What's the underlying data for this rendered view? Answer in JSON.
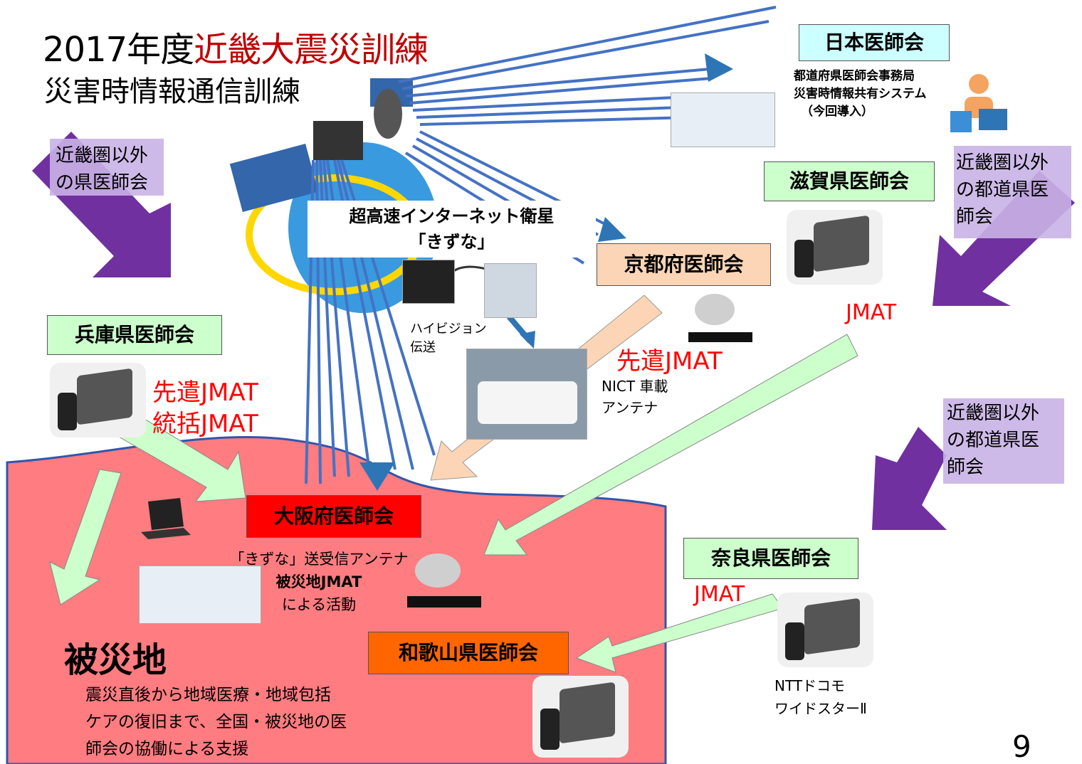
{
  "title": {
    "prefix": "2017年度",
    "highlight": "近畿大震災訓練",
    "subtitle": "災害時情報通信訓練"
  },
  "nodes": {
    "japan_med": "日本医師会",
    "shiga": "滋賀県医師会",
    "kyoto": "京都府医師会",
    "hyogo": "兵庫県医師会",
    "osaka": "大阪府医師会",
    "nara": "奈良県医師会",
    "wakayama": "和歌山県医師会"
  },
  "labels": {
    "jma_system": [
      "都道府県医師会事務局",
      "災害時情報共有システム",
      "（今回導入）"
    ],
    "outside_kinki_1": [
      "近畿圏以外",
      "の県医師会"
    ],
    "outside_kinki_2": [
      "近畿圏以外",
      "の都道県医",
      "師会"
    ],
    "outside_kinki_3": [
      "近畿圏以外",
      "の都道県医",
      "師会"
    ],
    "satellite": [
      "超高速インターネット衛星",
      "「きずな」"
    ],
    "hivision": [
      "ハイビジョン",
      "伝送"
    ],
    "kyoto_jmat": "先遣JMAT",
    "nict": [
      "NICT 車載",
      "アンテナ"
    ],
    "shiga_jmat": "JMAT",
    "hyogo_jmat": [
      "先遣JMAT",
      "統括JMAT"
    ],
    "osaka_antenna": [
      "「きずな」送受信アンテナ",
      "被災地JMAT",
      "による活動"
    ],
    "nara_jmat": "JMAT",
    "ntt": [
      "NTTドコモ",
      "ワイドスターⅡ"
    ],
    "disaster_area": "被災地",
    "disaster_desc": [
      "震災直後から地域医療・地域包括",
      "ケアの復旧まで、全国・被災地の医",
      "師会の協働による支援"
    ],
    "page_num": "9"
  },
  "colors": {
    "title_red": "#c00000",
    "jmat_red": "#ff0000",
    "disaster_fill": "#ff7c80",
    "arrow_green": "#ccffcc",
    "arrow_purple": "#7030a0",
    "beam_blue": "#4472c4"
  }
}
